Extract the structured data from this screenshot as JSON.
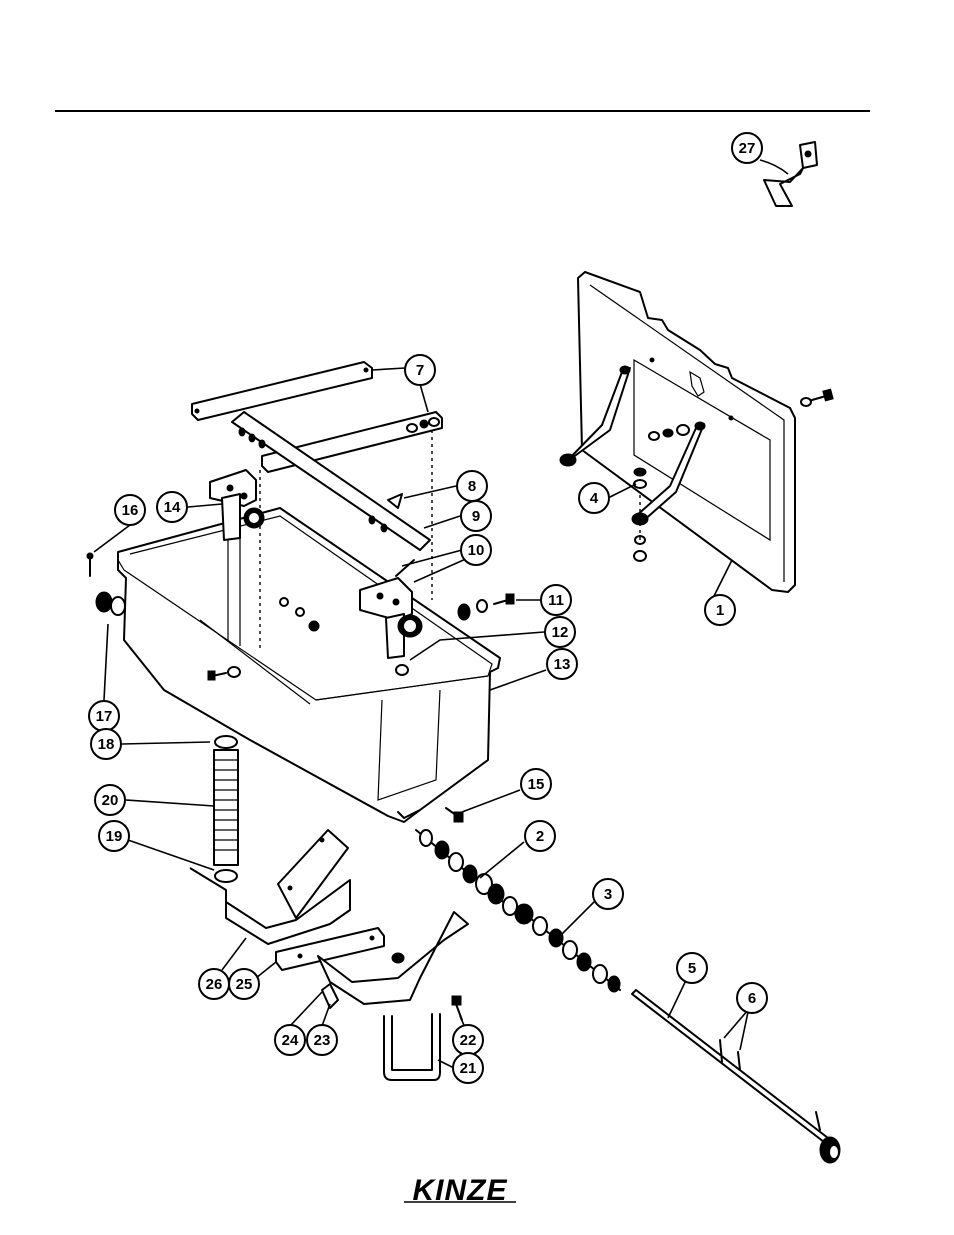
{
  "diagram": {
    "brand_logo": "KINZE",
    "callouts": {
      "c1": "1",
      "c2": "2",
      "c3": "3",
      "c4": "4",
      "c5": "5",
      "c6": "6",
      "c7": "7",
      "c8": "8",
      "c9": "9",
      "c10": "10",
      "c11": "11",
      "c12": "12",
      "c13": "13",
      "c14": "14",
      "c15": "15",
      "c16": "16",
      "c17": "17",
      "c18": "18",
      "c19": "19",
      "c20": "20",
      "c21": "21",
      "c22": "22",
      "c23": "23",
      "c24": "24",
      "c25": "25",
      "c26": "26",
      "c27": "27"
    }
  }
}
